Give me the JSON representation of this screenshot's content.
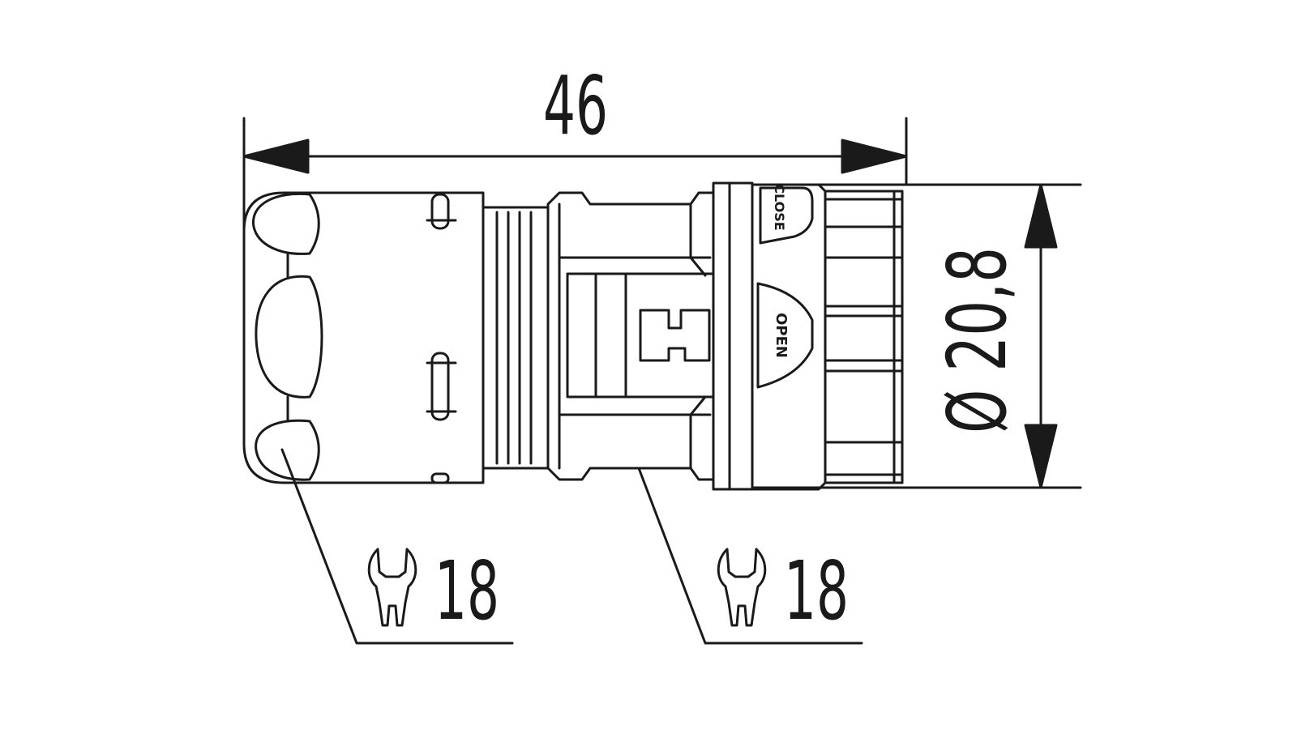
{
  "dimensions": {
    "length": "46",
    "diameter": "Ø 20,8"
  },
  "wrench_sizes": {
    "left": "18",
    "right": "18"
  },
  "markings": {
    "close": "CLOSE",
    "open": "OPEN"
  },
  "colors": {
    "ink": "#1a1a1a",
    "background": "#ffffff"
  }
}
